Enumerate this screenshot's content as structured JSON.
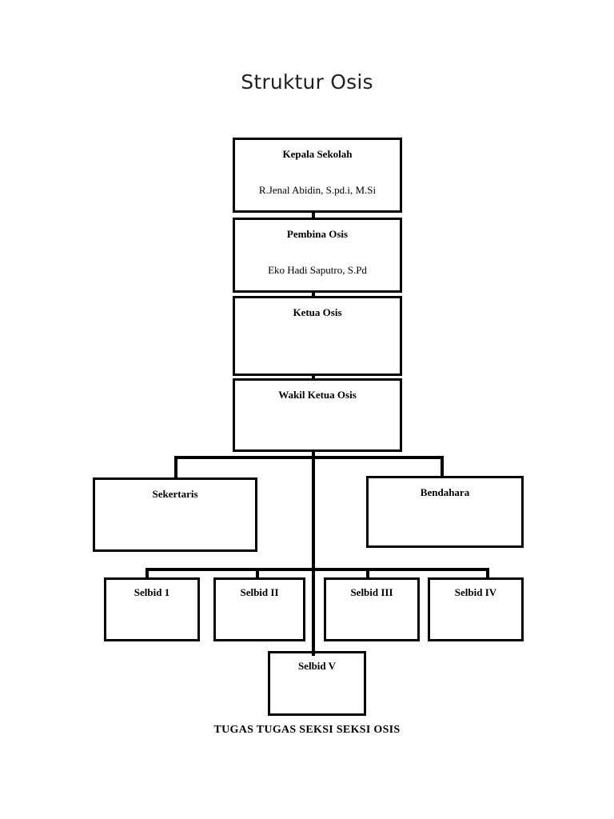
{
  "document": {
    "title": "Struktur Osis",
    "footer_note": "TUGAS TUGAS SEKSI SEKSI OSIS"
  },
  "colors": {
    "page_background": "#ffffff",
    "box_border": "#000000",
    "connector": "#000000",
    "title_text": "#231f20",
    "body_text": "#000000"
  },
  "chart_data": {
    "type": "diagram",
    "diagram_kind": "organizational-chart",
    "title": "Struktur Osis",
    "orientation": "top-down",
    "nodes": [
      {
        "id": "kepala",
        "role": "Kepala Sekolah",
        "person": "R.Jenal Abidin, S.pd.i, M.Si",
        "level": 1
      },
      {
        "id": "pembina",
        "role": "Pembina Osis",
        "person": "Eko Hadi Saputro, S.Pd",
        "level": 2
      },
      {
        "id": "ketua",
        "role": "Ketua Osis",
        "person": "",
        "level": 3
      },
      {
        "id": "wakil",
        "role": "Wakil Ketua Osis",
        "person": "",
        "level": 4
      },
      {
        "id": "sekertaris",
        "role": "Sekertaris",
        "person": "",
        "level": 5
      },
      {
        "id": "bendahara",
        "role": "Bendahara",
        "person": "",
        "level": 5
      },
      {
        "id": "selbid1",
        "role": "Selbid 1",
        "person": "",
        "level": 6
      },
      {
        "id": "selbid2",
        "role": "Selbid II",
        "person": "",
        "level": 6
      },
      {
        "id": "selbid3",
        "role": "Selbid III",
        "person": "",
        "level": 6
      },
      {
        "id": "selbid4",
        "role": "Selbid IV",
        "person": "",
        "level": 6
      },
      {
        "id": "selbid5",
        "role": "Selbid V",
        "person": "",
        "level": 7
      }
    ],
    "edges": [
      {
        "from": "kepala",
        "to": "pembina"
      },
      {
        "from": "pembina",
        "to": "ketua"
      },
      {
        "from": "ketua",
        "to": "wakil"
      },
      {
        "from": "wakil",
        "to": "sekertaris"
      },
      {
        "from": "wakil",
        "to": "bendahara"
      },
      {
        "from": "wakil",
        "to": "selbid1"
      },
      {
        "from": "wakil",
        "to": "selbid2"
      },
      {
        "from": "wakil",
        "to": "selbid3"
      },
      {
        "from": "wakil",
        "to": "selbid4"
      },
      {
        "from": "wakil",
        "to": "selbid5"
      }
    ],
    "annotations": [
      {
        "id": "footer",
        "text": "TUGAS TUGAS SEKSI SEKSI OSIS",
        "position": "bottom-center"
      }
    ]
  }
}
